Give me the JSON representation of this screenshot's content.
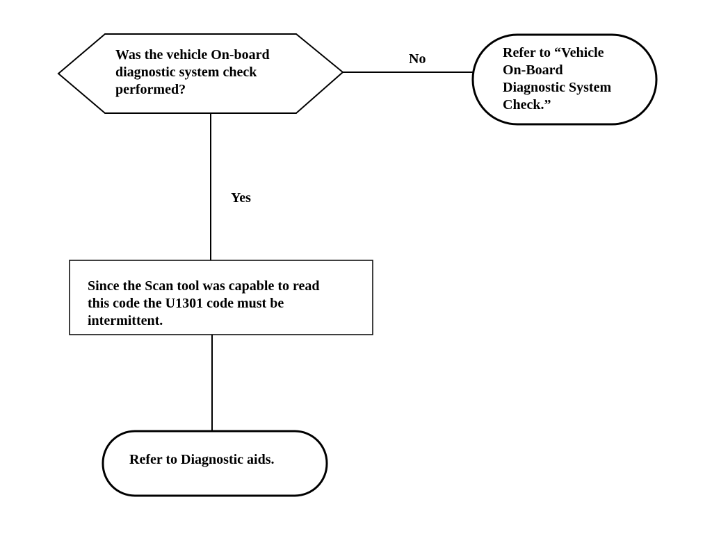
{
  "decision": {
    "question": "Was the vehicle On-board\ndiagnostic system check\nperformed?"
  },
  "no_branch": {
    "label": "No",
    "result": "Refer to “Vehicle\nOn-Board\nDiagnostic System\nCheck.”"
  },
  "yes_branch": {
    "label": "Yes",
    "process": "Since the Scan tool was capable to read\nthis code the U1301 code must be\nintermittent.",
    "result": "Refer to Diagnostic aids."
  }
}
